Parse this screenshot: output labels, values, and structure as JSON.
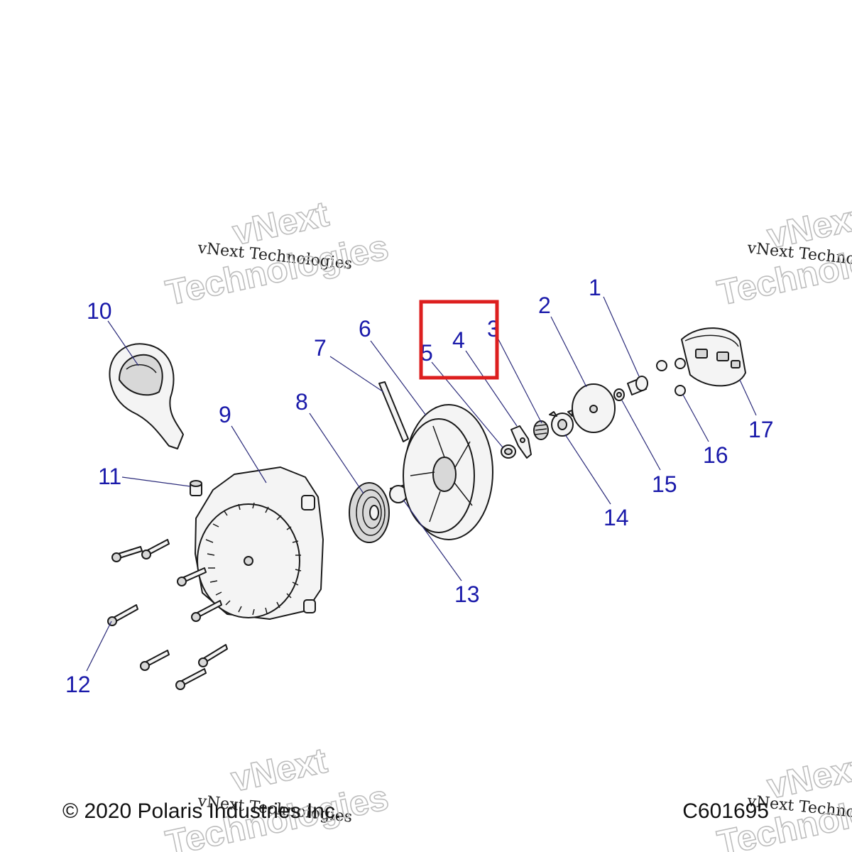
{
  "watermark": {
    "line1": "vNext Technologies",
    "line2": "vNext",
    "line3": "Technologies"
  },
  "footer": {
    "copyright": "© 2020 Polaris Industries Inc.",
    "diagram_code": "C601695"
  },
  "callout_color": "#1a1aaa",
  "highlight_color": "#dd1f1f",
  "callouts": [
    {
      "id": "1",
      "label": "1"
    },
    {
      "id": "2",
      "label": "2"
    },
    {
      "id": "3",
      "label": "3"
    },
    {
      "id": "4",
      "label": "4"
    },
    {
      "id": "5",
      "label": "5"
    },
    {
      "id": "6",
      "label": "6"
    },
    {
      "id": "7",
      "label": "7"
    },
    {
      "id": "8",
      "label": "8"
    },
    {
      "id": "9",
      "label": "9"
    },
    {
      "id": "10",
      "label": "10"
    },
    {
      "id": "11",
      "label": "11"
    },
    {
      "id": "12",
      "label": "12"
    },
    {
      "id": "13",
      "label": "13"
    },
    {
      "id": "14",
      "label": "14"
    },
    {
      "id": "15",
      "label": "15"
    },
    {
      "id": "16",
      "label": "16"
    },
    {
      "id": "17",
      "label": "17"
    }
  ],
  "highlighted_callout": "4"
}
